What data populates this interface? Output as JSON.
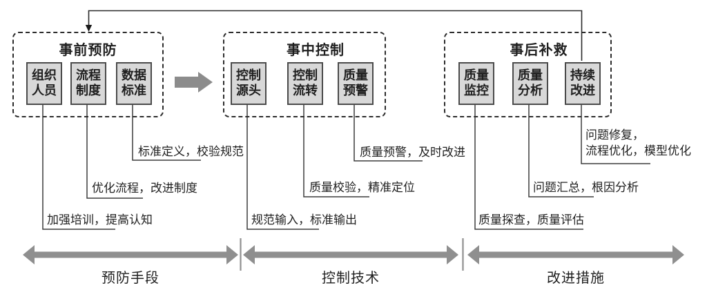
{
  "phases": [
    {
      "title": "事前预防",
      "boxes": [
        "组织\n人员",
        "流程\n制度",
        "数据\n标准"
      ]
    },
    {
      "title": "事中控制",
      "boxes": [
        "控制\n源头",
        "控制\n流转",
        "质量\n预警"
      ]
    },
    {
      "title": "事后补救",
      "boxes": [
        "质量\n监控",
        "质量\n分析",
        "持续\n改进"
      ]
    }
  ],
  "annotations": [
    {
      "text": "标准定义，校验规范"
    },
    {
      "text": "优化流程，改进制度"
    },
    {
      "text": "加强培训，提高认知"
    },
    {
      "text": "质量预警，及时改进"
    },
    {
      "text": "质量校验，精准定位"
    },
    {
      "text": "规范输入，标准输出"
    },
    {
      "text": "问题修复，\n流程优化，模型优化"
    },
    {
      "text": "问题汇总，根因分析"
    },
    {
      "text": "质量探查，质量评估"
    }
  ],
  "axis": [
    {
      "label": "预防手段"
    },
    {
      "label": "控制技术"
    },
    {
      "label": "改进措施"
    }
  ],
  "colors": {
    "node_fill": "#d8d8d8",
    "node_border": "#4a4a4a",
    "connector_line": "#3c3c3c",
    "dashed_border": "#2b2b2b",
    "arrow_gray": "#8c8c8c",
    "text": "#1f1f1f",
    "background": "#ffffff"
  }
}
